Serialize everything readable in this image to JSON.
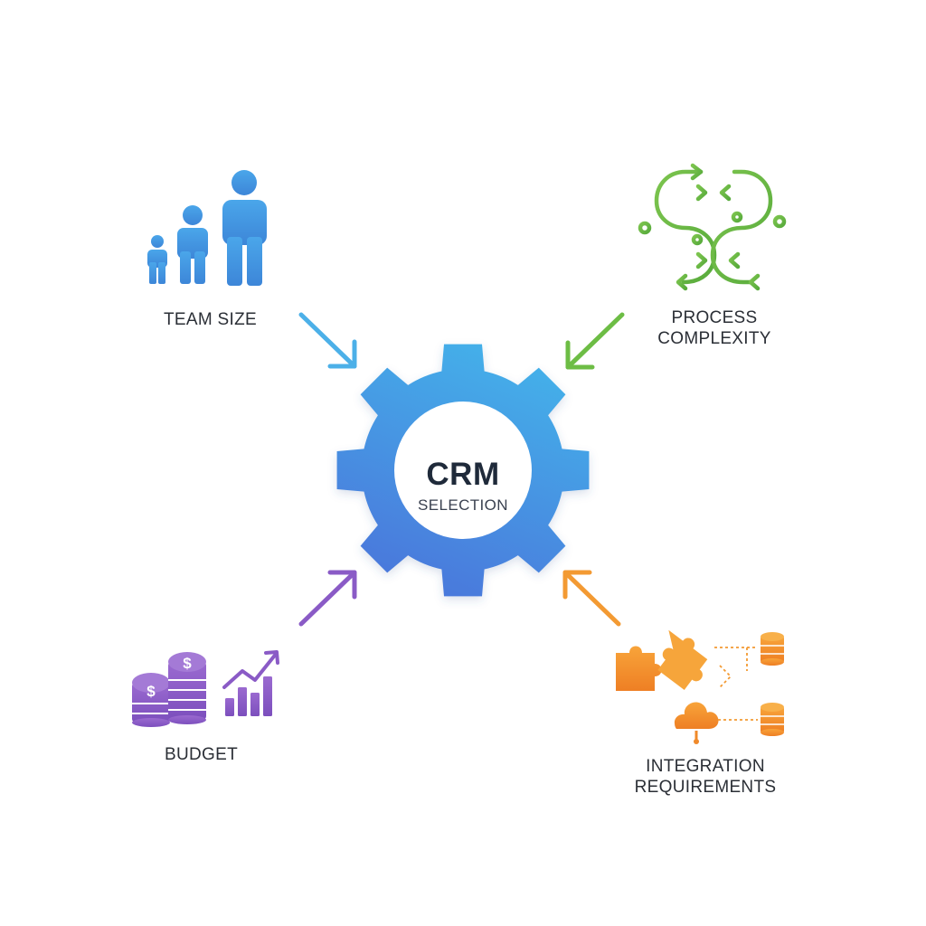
{
  "center": {
    "title": "CRM",
    "subtitle": "SELECTION",
    "icon": "gear-icon"
  },
  "factors": [
    {
      "id": "team",
      "lines": [
        "TEAM SIZE"
      ],
      "icon": "people-icon",
      "color": "#3f8fe0"
    },
    {
      "id": "process",
      "lines": [
        "PROCESS",
        "COMPLEXITY"
      ],
      "icon": "flow-arrows-icon",
      "color": "#6dbd45"
    },
    {
      "id": "budget",
      "lines": [
        "BUDGET"
      ],
      "icon": "coins-chart-icon",
      "color": "#8657c2"
    },
    {
      "id": "integration",
      "lines": [
        "INTEGRATION",
        "REQUIREMENTS"
      ],
      "icon": "puzzle-database-icon",
      "color": "#f0902a"
    }
  ],
  "colors": {
    "gear_top": "#43b2ea",
    "gear_bottom": "#4a78dc",
    "text": "#2b2f36"
  }
}
